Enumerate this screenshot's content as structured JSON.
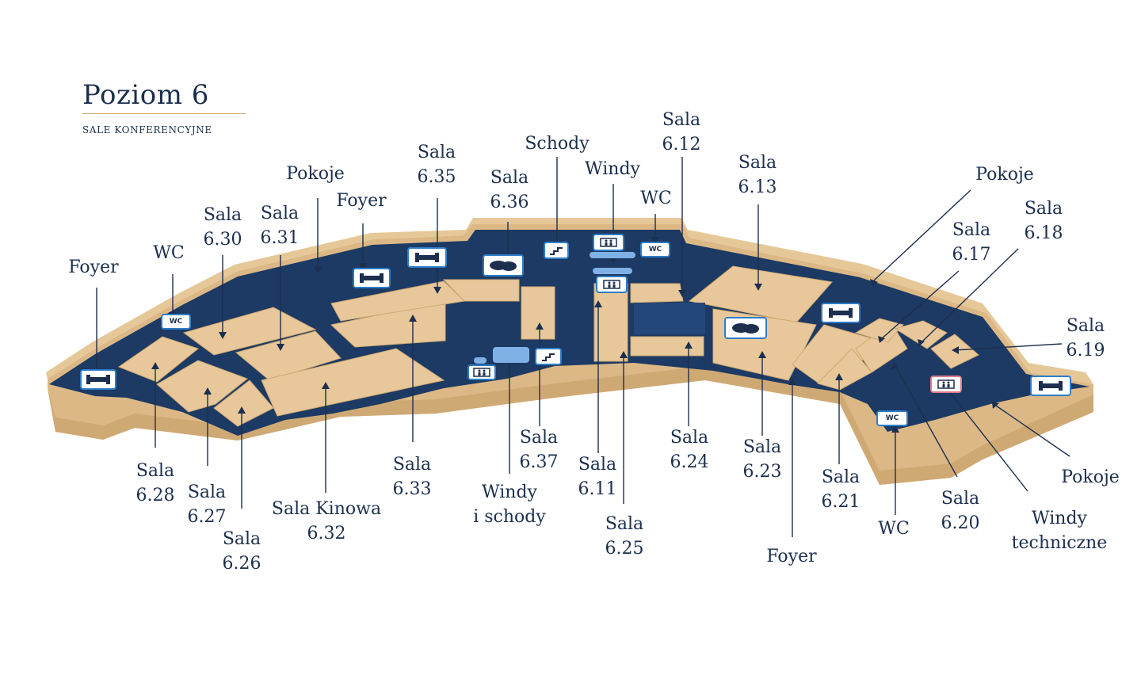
{
  "header": {
    "title": "Poziom 6",
    "subtitle": "SALE KONFERENCYJNE"
  },
  "colors": {
    "floor": "#1c3a63",
    "room": "#e8c89a",
    "wall": "#dcb886",
    "accent_line": "#c9a877",
    "icon_border": "#2f7dc7",
    "icon_flat": "#7fb1e6",
    "tech_elevator_border": "#e07a8c",
    "text": "#1c2f4e"
  },
  "labels": {
    "foyer_left": [
      "Foyer"
    ],
    "wc_left": [
      "WC"
    ],
    "sala_630": [
      "Sala",
      "6.30"
    ],
    "sala_631": [
      "Sala",
      "6.31"
    ],
    "pokoje_left": [
      "Pokoje"
    ],
    "foyer_top": [
      "Foyer"
    ],
    "sala_635": [
      "Sala",
      "6.35"
    ],
    "sala_636": [
      "Sala",
      "6.36"
    ],
    "schody": [
      "Schody"
    ],
    "windy": [
      "Windy"
    ],
    "sala_612": [
      "Sala",
      "6.12"
    ],
    "wc_top": [
      "WC"
    ],
    "sala_613": [
      "Sala",
      "6.13"
    ],
    "pokoje_right": [
      "Pokoje"
    ],
    "sala_617": [
      "Sala",
      "6.17"
    ],
    "sala_618": [
      "Sala",
      "6.18"
    ],
    "sala_619": [
      "Sala",
      "6.19"
    ],
    "sala_628": [
      "Sala",
      "6.28"
    ],
    "sala_627": [
      "Sala",
      "6.27"
    ],
    "sala_626": [
      "Sala",
      "6.26"
    ],
    "sala_kinowa": [
      "Sala Kinowa",
      "6.32"
    ],
    "sala_633": [
      "Sala",
      "6.33"
    ],
    "windy_schody": [
      "Windy",
      "i schody"
    ],
    "sala_637": [
      "Sala",
      "6.37"
    ],
    "sala_611": [
      "Sala",
      "6.11"
    ],
    "sala_625": [
      "Sala",
      "6.25"
    ],
    "sala_624": [
      "Sala",
      "6.24"
    ],
    "sala_623": [
      "Sala",
      "6.23"
    ],
    "foyer_bottom": [
      "Foyer"
    ],
    "sala_621": [
      "Sala",
      "6.21"
    ],
    "wc_bottom": [
      "WC"
    ],
    "sala_620": [
      "Sala",
      "6.20"
    ],
    "windy_techniczne": [
      "Windy",
      "techniczne"
    ],
    "pokoje_bottom": [
      "Pokoje"
    ]
  },
  "icon_text": {
    "wc": "WC"
  },
  "icons": [
    {
      "name": "sofa-icon",
      "kind": "sofa"
    },
    {
      "name": "wc-icon",
      "kind": "wc"
    },
    {
      "name": "elevator-icon",
      "kind": "elevator"
    },
    {
      "name": "stairs-icon",
      "kind": "stairs"
    },
    {
      "name": "speech-bubbles-icon",
      "kind": "chat"
    },
    {
      "name": "technical-elevator-icon",
      "kind": "elevator"
    }
  ]
}
